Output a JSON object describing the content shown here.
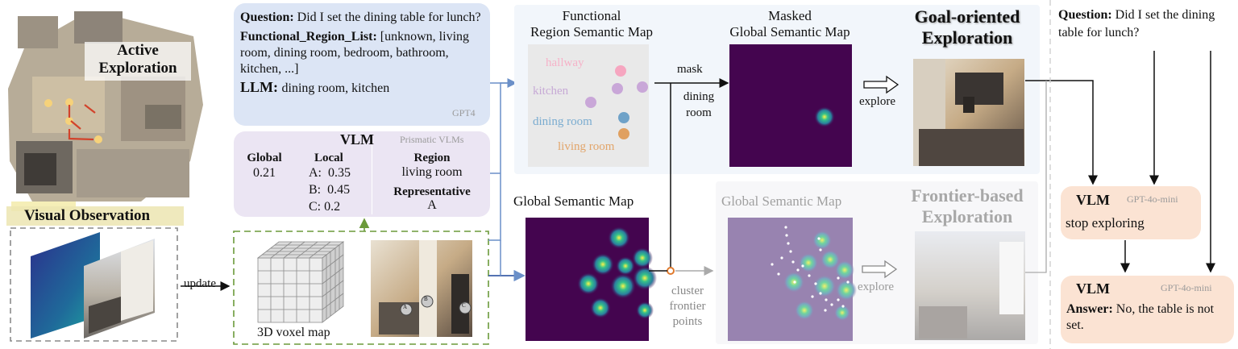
{
  "left": {
    "active_exploration": "Active\nExploration",
    "visual_observation": "Visual Observation",
    "update_label": "update",
    "voxel_label": "3D voxel map"
  },
  "question_box": {
    "question_label": "Question:",
    "question_text": "Did I set the dining table for lunch?",
    "regions_label": "Functional_Region_List:",
    "regions_text": "[unknown, living room, dining room, bedroom, bathroom, kitchen,  ...]",
    "llm_label": "LLM:",
    "llm_text": "dining room, kitchen",
    "model_tag": "GPT4"
  },
  "vlm_box": {
    "title": "VLM",
    "model_tag": "Prismatic VLMs",
    "global_label": "Global",
    "global_value": "0.21",
    "local_label": "Local",
    "local_a": "A:  0.35",
    "local_b": "B:  0.45",
    "local_c": "C: 0.2",
    "region_label": "Region",
    "region_value": "living room",
    "representative_label": "Representative",
    "representative_value": "A"
  },
  "top_row": {
    "functional_title": "Functional\nRegion Semantic Map",
    "region_words": [
      "hallway",
      "kitchen",
      "dining room",
      "living room"
    ],
    "mask_label": "mask",
    "mask_region": "dining\nroom",
    "masked_title": "Masked\nGlobal Semantic Map",
    "explore_label": "explore",
    "goal_title": "Goal-oriented\nExploration"
  },
  "bottom_row": {
    "global_title": "Global Semantic Map",
    "cluster_label": "cluster\nfrontier\npoints",
    "global_title_faded": "Global Semantic Map",
    "explore_label": "explore",
    "frontier_title": "Frontier-based\nExploration"
  },
  "right": {
    "question_label": "Question:",
    "question_text": "Did I set the dining table for lunch?",
    "vlm1_title": "VLM",
    "vlm1_tag": "GPT-4o-mini",
    "vlm1_text": "stop exploring",
    "vlm2_title": "VLM",
    "vlm2_tag": "GPT-4o-mini",
    "answer_label": "Answer:",
    "answer_text": "No, the table is not set."
  },
  "colors": {
    "question_box": "#dce5f5",
    "vlm_box": "#ebe5f3",
    "vlm_answer_box": "#fbe3d3",
    "map_dark": "#44054f",
    "faded_map": "#9883b0",
    "panel_bg": "#f2f6fb",
    "arrow_blue": "#6a8fc8",
    "arrow_green": "#6b9a3a",
    "arrow_orange": "#e07a2e"
  }
}
